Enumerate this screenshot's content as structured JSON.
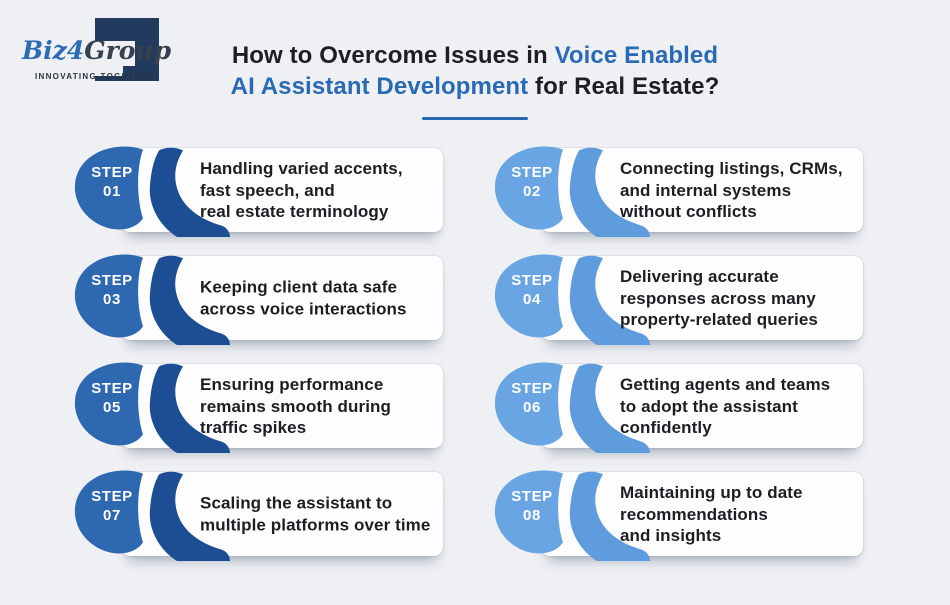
{
  "colors": {
    "background": "#eef0f4",
    "accent_blue": "#2a6ab5",
    "dark_step_bubble": "#2e68b0",
    "dark_step_ribbon": "#1d4e94",
    "light_step_bubble": "#6aa5e3",
    "light_step_ribbon": "#5e9cde",
    "card": "#fdfdfe",
    "logo_navy": "#223a5e"
  },
  "logo": {
    "brand_blue": "Biz4",
    "brand_dark": "Group",
    "tagline": "INNOVATING TOGETHER"
  },
  "title": {
    "part1": "How to Overcome Issues in ",
    "part2": "Voice Enabled",
    "part3": "AI Assistant Development",
    "part4": " for Real Estate?"
  },
  "steps": [
    {
      "label": "STEP\n01",
      "theme": "dark",
      "text": "Handling varied accents,\nfast speech, and\nreal estate terminology"
    },
    {
      "label": "STEP\n02",
      "theme": "light",
      "text": "Connecting listings, CRMs,\nand internal systems\nwithout conflicts"
    },
    {
      "label": "STEP\n03",
      "theme": "dark",
      "text": "Keeping client data safe\nacross voice interactions"
    },
    {
      "label": "STEP\n04",
      "theme": "light",
      "text": "Delivering accurate\nresponses across many\nproperty-related queries"
    },
    {
      "label": "STEP\n05",
      "theme": "dark",
      "text": "Ensuring performance\nremains smooth during\ntraffic spikes"
    },
    {
      "label": "STEP\n06",
      "theme": "light",
      "text": "Getting agents and teams\nto adopt the assistant\nconfidently"
    },
    {
      "label": "STEP\n07",
      "theme": "dark",
      "text": "Scaling the assistant to\nmultiple platforms over time"
    },
    {
      "label": "STEP\n08",
      "theme": "light",
      "text": "Maintaining up to date\nrecommendations\nand insights"
    }
  ]
}
